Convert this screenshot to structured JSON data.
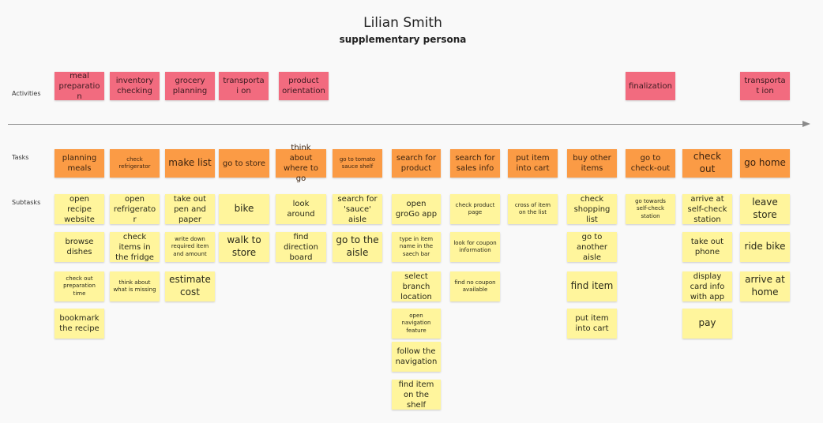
{
  "persona": {
    "name": "Lilian Smith",
    "role": "supplementary persona"
  },
  "row_labels": {
    "activities": "Activities",
    "tasks": "Tasks",
    "subtasks": "Subtasks"
  },
  "colors": {
    "activity": "#f26b7f",
    "task": "#fb9b45",
    "subtask": "#fff59c",
    "timeline": "#8a8a8a"
  },
  "activities": [
    "meal preparation",
    "inventory checking",
    "grocery planning",
    "transportai on",
    "product orientation",
    "finalization",
    "transportat ion"
  ],
  "tasks": [
    "planning meals",
    "check refrigerator",
    "make list",
    "go to store",
    "think about where to go",
    "go to tomato sauce shelf",
    "search for product",
    "search for sales info",
    "put item into cart",
    "buy other items",
    "go to check-out",
    "check out",
    "go home"
  ],
  "subtasks": [
    [
      "open recipe website",
      "browse dishes",
      "check out preparation time",
      "bookmark the recipe"
    ],
    [
      "open refrigerator",
      "check items in the fridge",
      "think about what is missing"
    ],
    [
      "take out pen and paper",
      "write down required item and amount",
      "estimate cost"
    ],
    [
      "bike",
      "walk to store"
    ],
    [
      "look around",
      "find direction board"
    ],
    [
      "search for 'sauce' aisle",
      "go to the aisle"
    ],
    [
      "open groGo app",
      "type in item name in the saech bar",
      "select branch location",
      "open navigation feature",
      "follow the navigation",
      "find item on the shelf"
    ],
    [
      "check product page",
      "look for coupon information",
      "find no coupon available"
    ],
    [
      "cross of item on the list"
    ],
    [
      "check shopping list",
      "go to another aisle",
      "find item",
      "put item into cart"
    ],
    [
      "go towards self-check station"
    ],
    [
      "arrive at self-check station",
      "take out phone",
      "display card info with app",
      "pay"
    ],
    [
      "leave store",
      "ride bike",
      "arrive at home"
    ]
  ]
}
